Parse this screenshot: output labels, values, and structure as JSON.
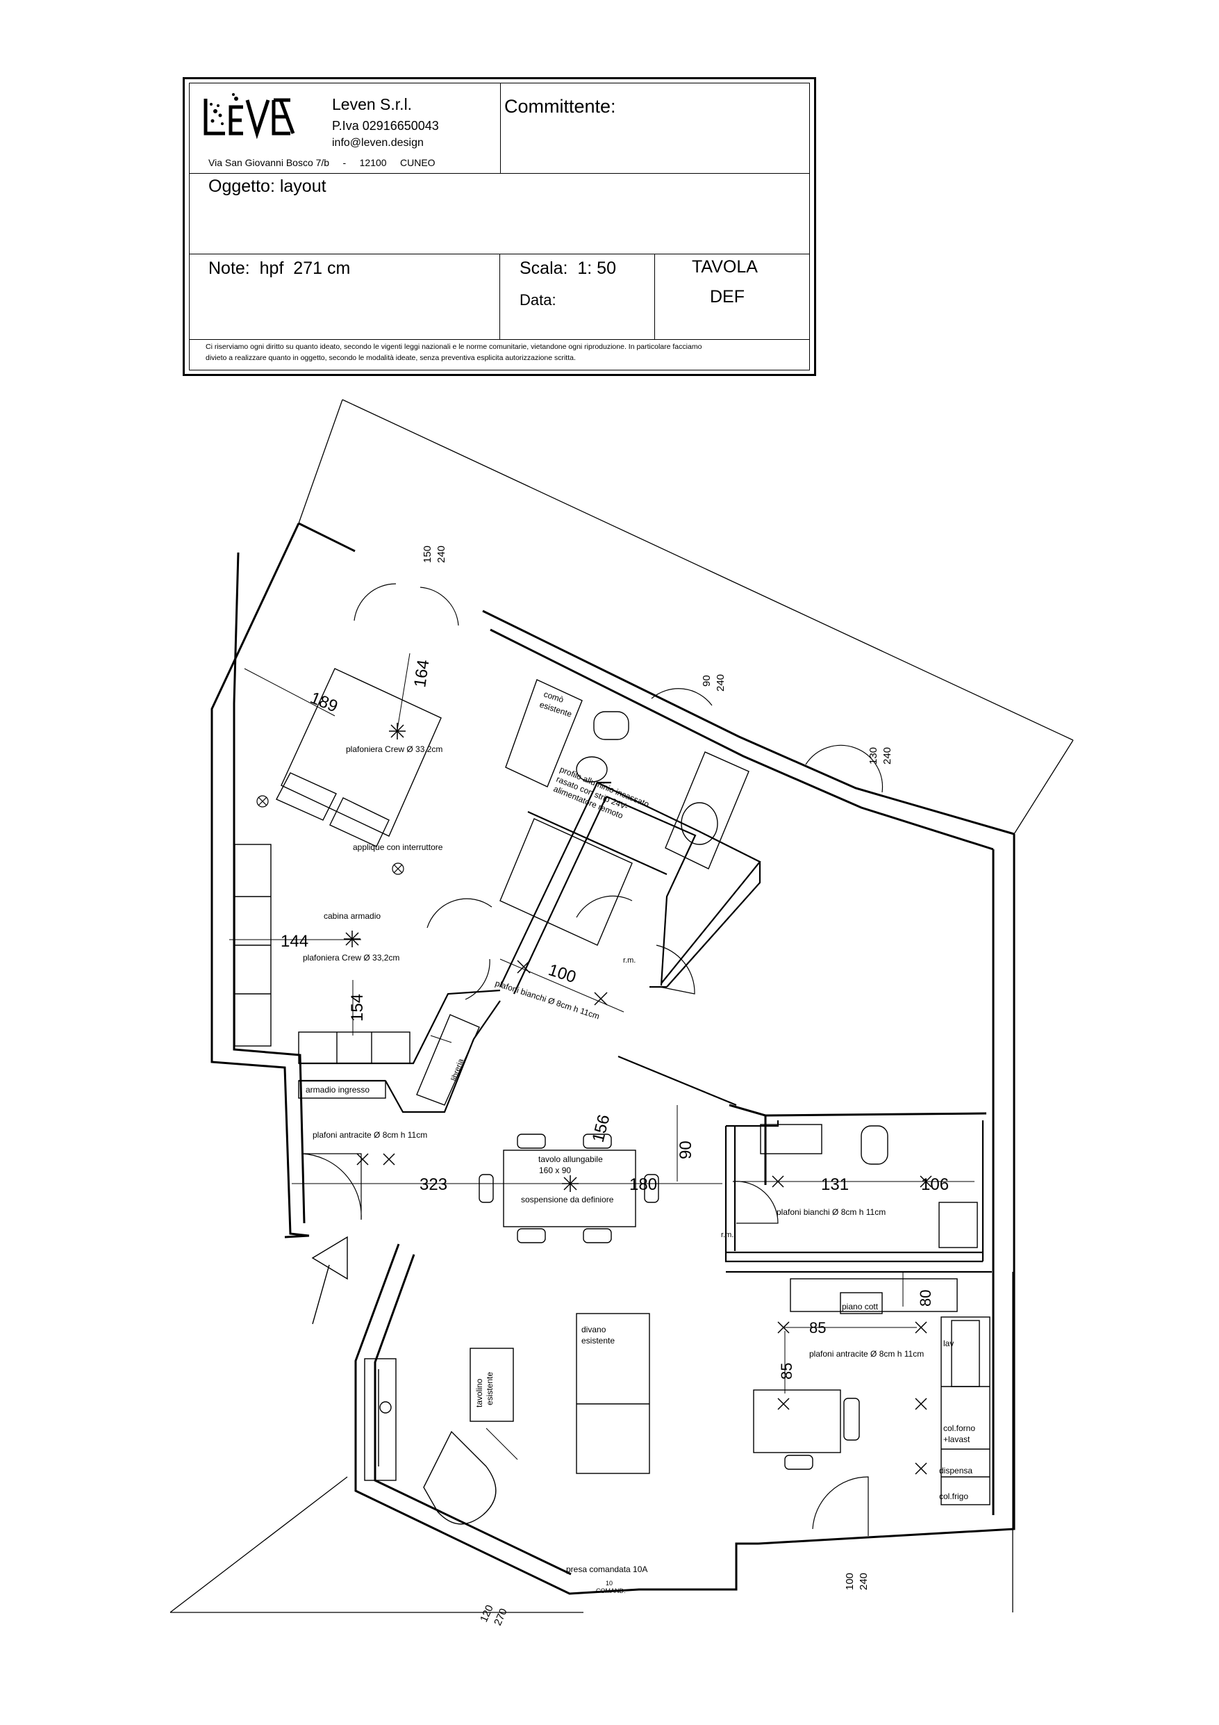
{
  "title_block": {
    "company_name": "Leven S.r.l.",
    "vat": "P.Iva 02916650043",
    "email": "info@leven.design",
    "address": "Via San Giovanni Bosco 7/b     -     12100     CUNEO",
    "client_label": "Committente:",
    "object_label": "Oggetto: layout",
    "notes_label": "Note:  hpf  271 cm",
    "scale_label": "Scala:  1: 50",
    "date_label": "Data:",
    "sheet_label": "TAVOLA",
    "sheet_value": "DEF",
    "disclaimer_line1": "Ci riserviamo ogni diritto su quanto ideato, secondo le vigenti leggi nazionali e le norme comunitarie, vietandone ogni riproduzione. In particolare facciamo",
    "disclaimer_line2": "divieto a realizzare quanto in oggetto, secondo le modalità ideate, senza preventiva esplicita autorizzazione scritta."
  },
  "plan": {
    "dimensions": {
      "win1_a": "150",
      "win1_b": "240",
      "win2_a": "90",
      "win2_b": "240",
      "win3_a": "130",
      "win3_b": "240",
      "bed_w": "189",
      "bed_h": "164",
      "wardrobe_w": "144",
      "wardrobe_h": "154",
      "corridor": "100",
      "living_w": "323",
      "table_gap": "180",
      "table_h": "156",
      "passage": "90",
      "bath2_w": "131",
      "bath2_r": "106",
      "kitchen_gap": "80",
      "kitchen_x": "85",
      "kitchen_y": "85",
      "win4_a": "100",
      "win4_b": "240",
      "win5_a": "120",
      "win5_b": "270"
    },
    "labels": {
      "como": "comò",
      "esistente": "esistente",
      "ceiling_crew_1": "plafoniera Crew Ø 33,2cm",
      "profile_1": "profilo alluminio incassato",
      "profile_2": "rasato con strip 24V-",
      "profile_3": "alimentatore remoto",
      "applique": "applique con interruttore",
      "wardrobe_room": "cabina armadio",
      "ceiling_crew_2": "plafoniera Crew Ø 33,2cm",
      "rm1": "r.m.",
      "white_ceiling_1": "plafoni bianchi Ø 8cm h 11cm",
      "libreria": "libreria",
      "armadio": "armadio ingresso",
      "anthracite_1": "plafoni antracite Ø 8cm h 11cm",
      "table_1": "tavolo allungabile",
      "table_2": "160 x 90",
      "suspension": "sospensione da definiore",
      "white_ceiling_2": "plafoni bianchi Ø 8cm h 11cm",
      "rm2": "r.m.",
      "hob": "piano cott",
      "anthracite_2": "plafoni antracite Ø 8cm h 11cm",
      "lav": "lav",
      "oven_1": "col.forno",
      "oven_2": "+lavast",
      "pantry": "dispensa",
      "fridge": "col.frigo",
      "sofa_1": "divano",
      "sofa_2": "esistente",
      "coffee_1": "tavolino",
      "coffee_2": "esistente",
      "socket": "presa comandata 10A",
      "comand_num": "10",
      "comand": "COMAND."
    }
  }
}
